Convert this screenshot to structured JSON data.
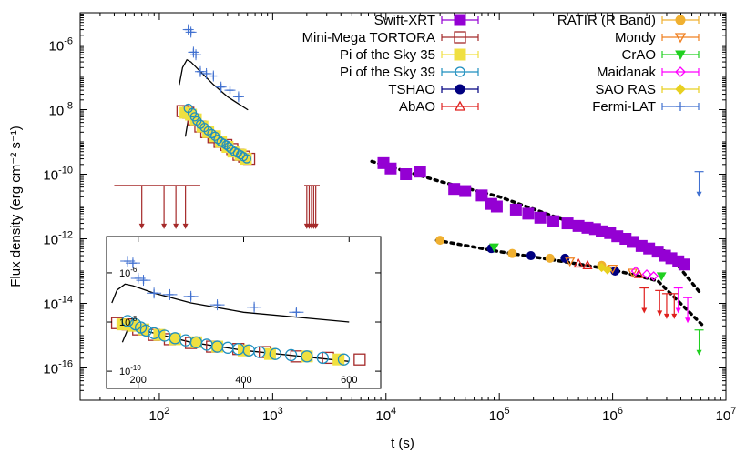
{
  "chart_data": {
    "type": "scatter",
    "xlabel": "t (s)",
    "ylabel": "Flux density (erg cm⁻² s⁻¹)",
    "xscale": "log",
    "yscale": "log",
    "xlim": [
      20,
      10000000
    ],
    "ylim": [
      1e-17,
      1e-05
    ],
    "grid": false,
    "legend_position": "top",
    "x_ticks": [
      {
        "value": 100,
        "base": "10",
        "exp": "2"
      },
      {
        "value": 1000,
        "base": "10",
        "exp": "3"
      },
      {
        "value": 10000,
        "base": "10",
        "exp": "4"
      },
      {
        "value": 100000,
        "base": "10",
        "exp": "5"
      },
      {
        "value": 1000000,
        "base": "10",
        "exp": "6"
      },
      {
        "value": 10000000,
        "base": "10",
        "exp": "7"
      }
    ],
    "y_ticks": [
      {
        "value": 1e-06,
        "base": "10",
        "exp": "-6"
      },
      {
        "value": 1e-08,
        "base": "10",
        "exp": "-8"
      },
      {
        "value": 1e-10,
        "base": "10",
        "exp": "-10"
      },
      {
        "value": 1e-12,
        "base": "10",
        "exp": "-12"
      },
      {
        "value": 1e-14,
        "base": "10",
        "exp": "-14"
      },
      {
        "value": 1e-16,
        "base": "10",
        "exp": "-16"
      }
    ],
    "series": [
      {
        "name": "Swift-XRT",
        "color": "#9400d3",
        "marker": "square-filled",
        "points": [
          [
            9500,
            2.2e-10
          ],
          [
            11000,
            1.5e-10
          ],
          [
            15000,
            1e-10
          ],
          [
            20000,
            1.2e-10
          ],
          [
            40000,
            3.5e-11
          ],
          [
            50000,
            3e-11
          ],
          [
            70000,
            2.2e-11
          ],
          [
            85000,
            1.2e-11
          ],
          [
            95000,
            1e-11
          ],
          [
            140000,
            8e-12
          ],
          [
            180000,
            6e-12
          ],
          [
            230000,
            4.5e-12
          ],
          [
            300000,
            3.5e-12
          ],
          [
            400000,
            3e-12
          ],
          [
            500000,
            2.5e-12
          ],
          [
            600000,
            2.2e-12
          ],
          [
            700000,
            2e-12
          ],
          [
            800000,
            1.7e-12
          ],
          [
            950000,
            1.5e-12
          ],
          [
            1100000,
            1.2e-12
          ],
          [
            1300000,
            1e-12
          ],
          [
            1500000,
            8e-13
          ],
          [
            1800000,
            6e-13
          ],
          [
            2100000,
            5e-13
          ],
          [
            2500000,
            4e-13
          ],
          [
            2900000,
            3e-13
          ],
          [
            3300000,
            2.5e-13
          ],
          [
            3800000,
            2e-13
          ],
          [
            4300000,
            1.6e-13
          ]
        ]
      },
      {
        "name": "Mini-Mega TORTORA",
        "color": "#a52a2a",
        "marker": "square-open",
        "points": [
          [
            160,
            9e-09
          ],
          [
            180,
            8e-09
          ],
          [
            200,
            5e-09
          ],
          [
            230,
            3e-09
          ],
          [
            260,
            2e-09
          ],
          [
            300,
            1.4e-09
          ],
          [
            340,
            1e-09
          ],
          [
            390,
            8e-10
          ],
          [
            440,
            6e-10
          ],
          [
            500,
            4e-10
          ],
          [
            560,
            3.5e-10
          ],
          [
            620,
            3e-10
          ]
        ]
      },
      {
        "name": "Pi of the Sky 35",
        "color": "#f0e040",
        "marker": "square-filled",
        "points": [
          [
            170,
            8e-09
          ],
          [
            190,
            7e-09
          ],
          [
            210,
            5e-09
          ],
          [
            240,
            3e-09
          ],
          [
            270,
            2e-09
          ],
          [
            310,
            1.5e-09
          ],
          [
            350,
            1e-09
          ],
          [
            400,
            7e-10
          ],
          [
            450,
            5e-10
          ],
          [
            520,
            4e-10
          ],
          [
            580,
            3e-10
          ]
        ]
      },
      {
        "name": "Pi of the Sky 39",
        "color": "#1f8fbf",
        "marker": "circle-open",
        "points": [
          [
            180,
            1.1e-08
          ],
          [
            195,
            8e-09
          ],
          [
            205,
            6e-09
          ],
          [
            215,
            4.5e-09
          ],
          [
            230,
            3.5e-09
          ],
          [
            250,
            2.8e-09
          ],
          [
            270,
            2.2e-09
          ],
          [
            290,
            1.8e-09
          ],
          [
            310,
            1.5e-09
          ],
          [
            330,
            1.2e-09
          ],
          [
            350,
            1e-09
          ],
          [
            370,
            9e-10
          ],
          [
            390,
            8e-10
          ],
          [
            410,
            7e-10
          ],
          [
            430,
            6e-10
          ],
          [
            460,
            5e-10
          ],
          [
            490,
            4.5e-10
          ],
          [
            520,
            4e-10
          ],
          [
            550,
            3.5e-10
          ],
          [
            590,
            3e-10
          ]
        ]
      },
      {
        "name": "TSHAO",
        "color": "#000080",
        "marker": "circle-filled",
        "points": [
          [
            85000,
            5e-13
          ],
          [
            190000,
            3e-13
          ],
          [
            380000,
            2.5e-13
          ],
          [
            1050000,
            1e-13
          ]
        ]
      },
      {
        "name": "AbAO",
        "color": "#e0201e",
        "marker": "triangle-up-open",
        "points": [
          [
            500000,
            1.7e-13
          ],
          [
            600000,
            1.5e-13
          ],
          [
            1700000,
            8e-14
          ]
        ],
        "upper_limit_points": [
          [
            1900000,
            3e-14
          ],
          [
            2600000,
            2.5e-14
          ],
          [
            3000000,
            2e-14
          ],
          [
            3500000,
            2e-14
          ]
        ]
      },
      {
        "name": "RATIR (R Band)",
        "color": "#f0b030",
        "marker": "circle-filled",
        "points": [
          [
            30000,
            9e-13
          ],
          [
            130000,
            3.5e-13
          ],
          [
            280000,
            2.5e-13
          ],
          [
            800000,
            1.5e-13
          ]
        ]
      },
      {
        "name": "Mondy",
        "color": "#f08020",
        "marker": "triangle-down-open",
        "points": [
          [
            420000,
            2e-13
          ],
          [
            1000000,
            1.2e-13
          ],
          [
            1500000,
            9e-14
          ]
        ]
      },
      {
        "name": "CrAO",
        "color": "#20d020",
        "marker": "triangle-down-filled",
        "points": [
          [
            90000,
            5.5e-13
          ],
          [
            2700000,
            7e-14
          ]
        ],
        "upper_limit_points": [
          [
            5800000,
            1.5e-15
          ]
        ]
      },
      {
        "name": "Maidanak",
        "color": "#ff00ff",
        "marker": "diamond-open",
        "points": [
          [
            1600000,
            1e-13
          ],
          [
            2000000,
            8e-14
          ],
          [
            2300000,
            7e-14
          ]
        ],
        "upper_limit_points": [
          [
            3800000,
            3e-14
          ],
          [
            4600000,
            1.5e-14
          ]
        ]
      },
      {
        "name": "SAO RAS",
        "color": "#e8d020",
        "marker": "diamond-filled",
        "points": [
          [
            800000,
            1.3e-13
          ],
          [
            900000,
            1.1e-13
          ]
        ]
      },
      {
        "name": "Fermi-LAT",
        "color": "#4070d0",
        "marker": "plus",
        "points": [
          [
            180,
            3e-06
          ],
          [
            190,
            2.5e-06
          ],
          [
            200,
            6e-07
          ],
          [
            210,
            5e-07
          ],
          [
            230,
            1.5e-07
          ],
          [
            260,
            1.3e-07
          ],
          [
            300,
            1.1e-07
          ],
          [
            350,
            5e-08
          ],
          [
            420,
            4e-08
          ],
          [
            500,
            2.5e-08
          ]
        ],
        "upper_limit_points": [
          [
            5800000,
            1.2e-10
          ]
        ]
      }
    ],
    "upper_limits": [
      {
        "name": "Mini-Mega TORTORA",
        "color": "#a52a2a",
        "x_range": [
          40,
          230
        ],
        "level": 4.5e-11,
        "arrows_x": [
          70,
          110,
          140,
          170
        ],
        "arrow_to": 2e-12
      },
      {
        "name": "Mini-Mega TORTORA",
        "color": "#a52a2a",
        "x_range": [
          1900,
          2600
        ],
        "level": 4.5e-11,
        "arrows_x": [
          2000,
          2100,
          2200,
          2300,
          2400
        ],
        "arrow_to": 2e-12
      }
    ],
    "model_curves": [
      {
        "name": "fermi-model",
        "color": "#000000",
        "style": "solid",
        "points": [
          [
            150,
            6e-08
          ],
          [
            160,
            2e-07
          ],
          [
            175,
            3.5e-07
          ],
          [
            190,
            3e-07
          ],
          [
            230,
            1.5e-07
          ],
          [
            300,
            6e-08
          ],
          [
            400,
            2.5e-08
          ],
          [
            600,
            1e-08
          ]
        ]
      },
      {
        "name": "optical-model-peak",
        "color": "#000000",
        "style": "solid",
        "points": [
          [
            170,
            1.5e-09
          ],
          [
            180,
            5e-09
          ],
          [
            195,
            7e-09
          ],
          [
            220,
            4e-09
          ],
          [
            300,
            1.5e-09
          ],
          [
            400,
            7e-10
          ],
          [
            600,
            2.5e-10
          ]
        ]
      },
      {
        "name": "late-xray-model",
        "color": "#000000",
        "style": "dotted",
        "points": [
          [
            7500,
            2.5e-10
          ],
          [
            30000,
            6e-11
          ],
          [
            100000,
            2e-11
          ],
          [
            300000,
            5e-12
          ],
          [
            1000000,
            1.2e-12
          ],
          [
            3000000,
            4e-13
          ],
          [
            6000000,
            2e-14
          ]
        ]
      },
      {
        "name": "late-optical-model",
        "color": "#000000",
        "style": "dotted",
        "points": [
          [
            28000,
            9e-13
          ],
          [
            100000,
            4e-13
          ],
          [
            300000,
            2.2e-13
          ],
          [
            1000000,
            1.1e-13
          ],
          [
            2500000,
            5e-14
          ],
          [
            6500000,
            1.8e-15
          ]
        ]
      }
    ],
    "inset": {
      "xscale": "linear",
      "yscale": "log",
      "xlim": [
        140,
        660
      ],
      "ylim": [
        2e-11,
        3e-05
      ],
      "x_ticks": [
        {
          "value": 200,
          "label": "200"
        },
        {
          "value": 400,
          "label": "400"
        },
        {
          "value": 600,
          "label": "600"
        }
      ],
      "y_ticks": [
        {
          "value": 1e-06,
          "base": "10",
          "exp": "-6"
        },
        {
          "value": 1e-08,
          "base": "10",
          "exp": "-8"
        },
        {
          "value": 1e-10,
          "base": "10",
          "exp": "-10"
        }
      ]
    }
  }
}
